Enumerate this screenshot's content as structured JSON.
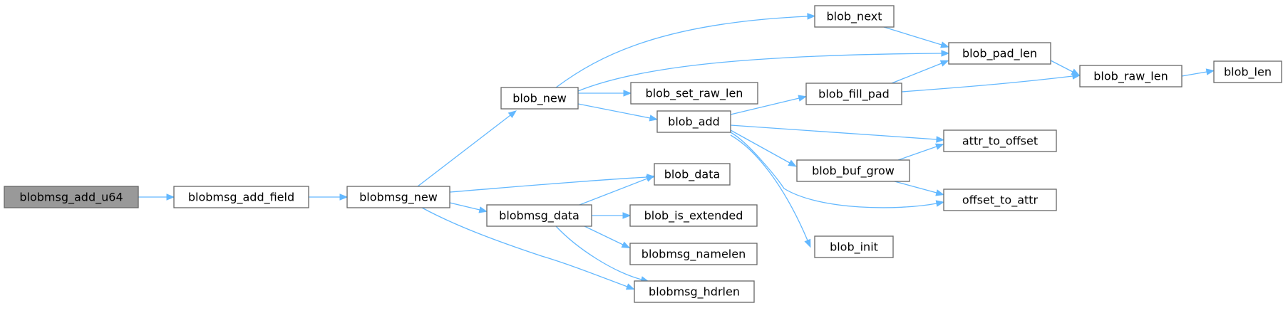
{
  "nodes": [
    {
      "id": "blobmsg_add_u64",
      "label": "blobmsg_add_u64",
      "root": true
    },
    {
      "id": "blobmsg_add_field",
      "label": "blobmsg_add_field"
    },
    {
      "id": "blobmsg_new",
      "label": "blobmsg_new"
    },
    {
      "id": "blob_new",
      "label": "blob_new"
    },
    {
      "id": "blob_data",
      "label": "blob_data"
    },
    {
      "id": "blobmsg_data",
      "label": "blobmsg_data"
    },
    {
      "id": "blobmsg_hdrlen",
      "label": "blobmsg_hdrlen"
    },
    {
      "id": "blob_next",
      "label": "blob_next"
    },
    {
      "id": "blob_pad_len",
      "label": "blob_pad_len"
    },
    {
      "id": "blob_set_raw_len",
      "label": "blob_set_raw_len"
    },
    {
      "id": "blob_add",
      "label": "blob_add"
    },
    {
      "id": "blob_is_extended",
      "label": "blob_is_extended"
    },
    {
      "id": "blobmsg_namelen",
      "label": "blobmsg_namelen"
    },
    {
      "id": "blob_fill_pad",
      "label": "blob_fill_pad"
    },
    {
      "id": "attr_to_offset",
      "label": "attr_to_offset"
    },
    {
      "id": "blob_buf_grow",
      "label": "blob_buf_grow"
    },
    {
      "id": "offset_to_attr",
      "label": "offset_to_attr"
    },
    {
      "id": "blob_init",
      "label": "blob_init"
    },
    {
      "id": "blob_raw_len",
      "label": "blob_raw_len"
    },
    {
      "id": "blob_len",
      "label": "blob_len"
    }
  ],
  "edges": [
    {
      "from": "blobmsg_add_u64",
      "to": "blobmsg_add_field"
    },
    {
      "from": "blobmsg_add_field",
      "to": "blobmsg_new"
    },
    {
      "from": "blobmsg_new",
      "to": "blob_new"
    },
    {
      "from": "blobmsg_new",
      "to": "blob_data"
    },
    {
      "from": "blobmsg_new",
      "to": "blobmsg_data"
    },
    {
      "from": "blobmsg_new",
      "to": "blobmsg_hdrlen"
    },
    {
      "from": "blob_new",
      "to": "blob_next"
    },
    {
      "from": "blob_new",
      "to": "blob_pad_len"
    },
    {
      "from": "blob_new",
      "to": "blob_set_raw_len"
    },
    {
      "from": "blob_new",
      "to": "blob_add"
    },
    {
      "from": "blobmsg_data",
      "to": "blob_data"
    },
    {
      "from": "blobmsg_data",
      "to": "blob_is_extended"
    },
    {
      "from": "blobmsg_data",
      "to": "blobmsg_namelen"
    },
    {
      "from": "blobmsg_data",
      "to": "blobmsg_hdrlen"
    },
    {
      "from": "blob_next",
      "to": "blob_pad_len"
    },
    {
      "from": "blob_pad_len",
      "to": "blob_raw_len"
    },
    {
      "from": "blob_add",
      "to": "blob_fill_pad"
    },
    {
      "from": "blob_add",
      "to": "attr_to_offset"
    },
    {
      "from": "blob_add",
      "to": "blob_buf_grow"
    },
    {
      "from": "blob_add",
      "to": "offset_to_attr"
    },
    {
      "from": "blob_add",
      "to": "blob_init"
    },
    {
      "from": "blob_fill_pad",
      "to": "blob_pad_len"
    },
    {
      "from": "blob_fill_pad",
      "to": "blob_raw_len"
    },
    {
      "from": "blob_buf_grow",
      "to": "attr_to_offset"
    },
    {
      "from": "blob_buf_grow",
      "to": "offset_to_attr"
    },
    {
      "from": "blob_raw_len",
      "to": "blob_len"
    }
  ],
  "colors": {
    "edge": "#63b8ff",
    "node_border": "#666666",
    "root_fill": "#999999",
    "node_fill": "#ffffff"
  }
}
